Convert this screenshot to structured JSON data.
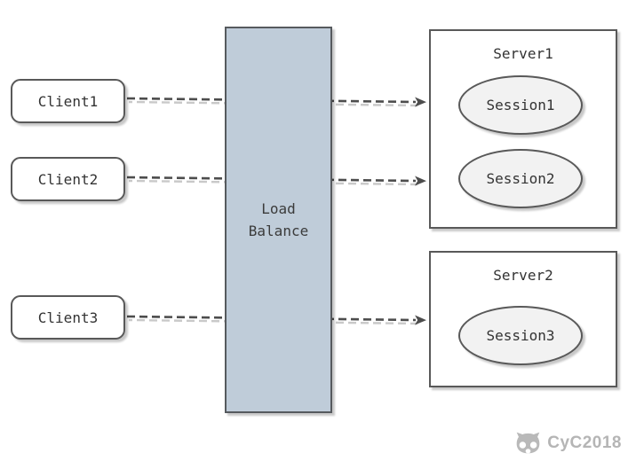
{
  "clients": [
    {
      "label": "Client1"
    },
    {
      "label": "Client2"
    },
    {
      "label": "Client3"
    }
  ],
  "load_balancer": {
    "label": "Load Balance"
  },
  "servers": [
    {
      "title": "Server1",
      "sessions": [
        {
          "label": "Session1"
        },
        {
          "label": "Session2"
        }
      ]
    },
    {
      "title": "Server2",
      "sessions": [
        {
          "label": "Session3"
        }
      ]
    }
  ],
  "connections": [
    {
      "from": "Client1",
      "to": "Session1",
      "style": "dashed-arrow"
    },
    {
      "from": "Client2",
      "to": "Session2",
      "style": "dashed-arrow"
    },
    {
      "from": "Client3",
      "to": "Session3",
      "style": "dashed-arrow"
    }
  ],
  "watermark": {
    "text": "CyC2018",
    "icon": "octocat-icon"
  },
  "colors": {
    "background": "#ffffff",
    "node_border": "#595959",
    "load_balancer_fill": "#bfccd9",
    "session_fill": "#f2f2f2",
    "text": "#333333",
    "arrow": "#4d4d4d",
    "arrow_shadow": "#c9c9c9",
    "watermark": "#b5b5b5"
  }
}
